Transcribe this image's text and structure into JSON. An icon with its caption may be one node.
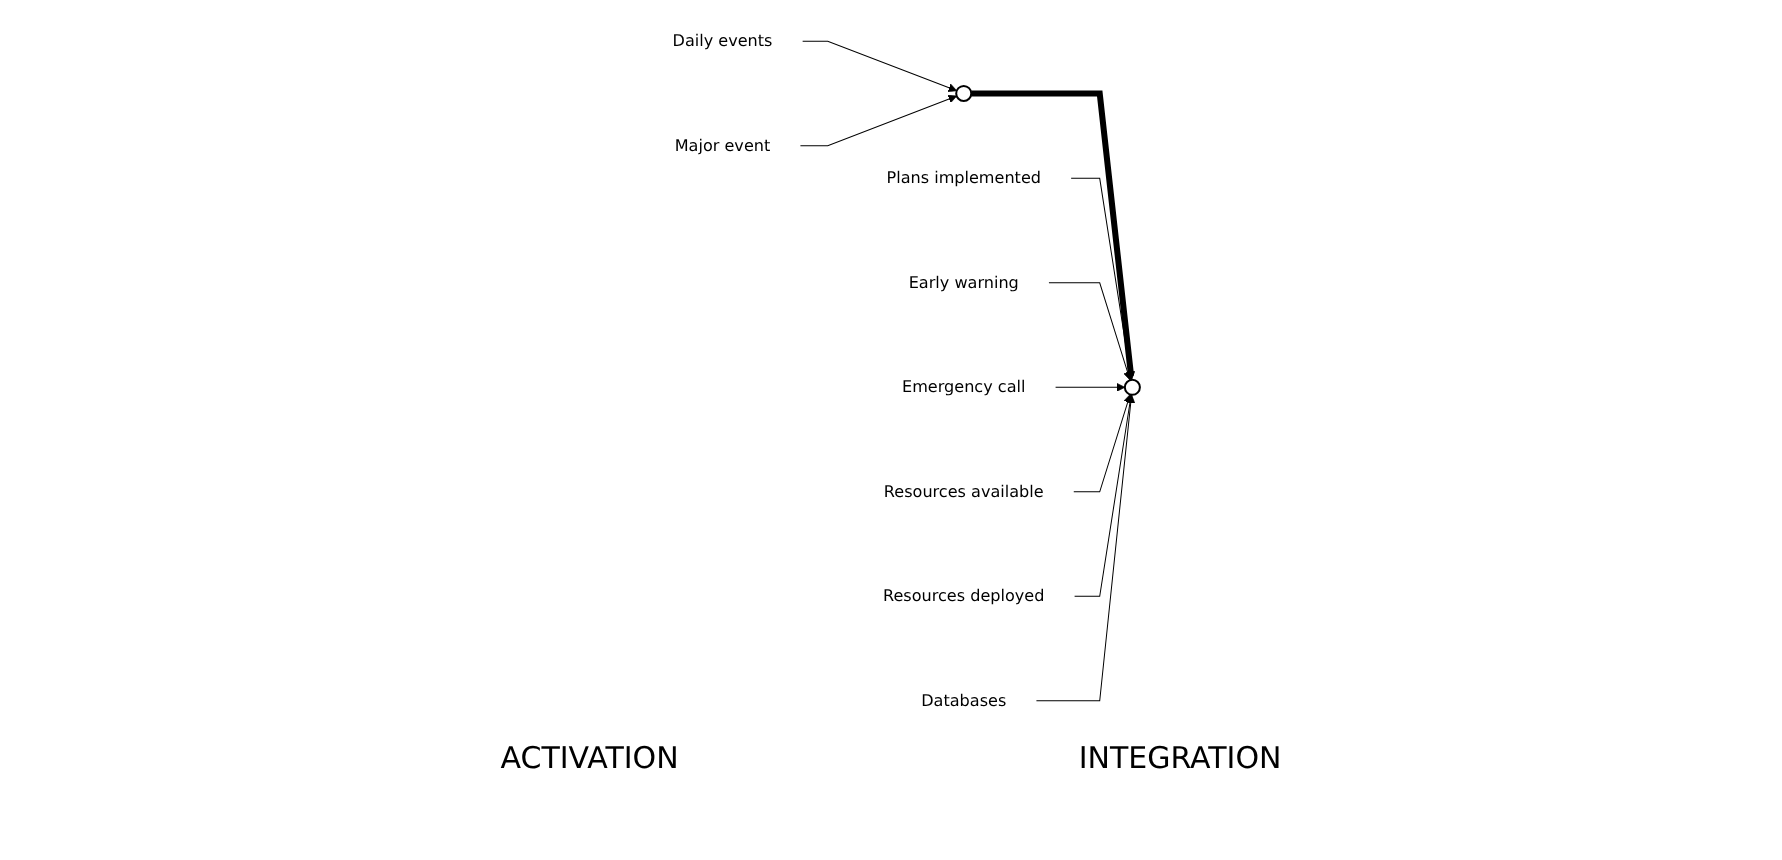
{
  "diagram": {
    "nodes": [
      {
        "text": [
          "Daily events"
        ]
      },
      {
        "text": [
          "Major event"
        ]
      },
      {
        "text": [],
        "shape": "circle"
      },
      {
        "text": [
          "Plans implemented"
        ]
      },
      {
        "text": [
          "Early warning"
        ]
      },
      {
        "text": [
          "Emergency call"
        ]
      },
      {
        "text": [],
        "shape": "circle"
      },
      {
        "text": [
          "Resources available"
        ]
      },
      {
        "text": [
          "Resources deployed"
        ]
      },
      {
        "text": [
          "Databases"
        ]
      }
    ],
    "edges": [
      {
        "from": 0,
        "to": 2,
        "arrow": "to"
      },
      {
        "from": 1,
        "to": 2,
        "arrow": "to"
      },
      {
        "from": 2,
        "to": 6,
        "arrow": "to",
        "style": "thick"
      },
      {
        "from": 3,
        "to": 6,
        "arrow": "to"
      },
      {
        "from": 4,
        "to": 6,
        "arrow": "to"
      },
      {
        "from": 5,
        "to": 6,
        "arrow": "to"
      },
      {
        "from": 7,
        "to": 6,
        "arrow": "to"
      },
      {
        "from": 8,
        "to": 6,
        "arrow": "to"
      },
      {
        "from": 9,
        "to": 6,
        "arrow": "to"
      }
    ],
    "labels": [
      "ACTIVATION",
      "INTEGRATION"
    ]
  }
}
